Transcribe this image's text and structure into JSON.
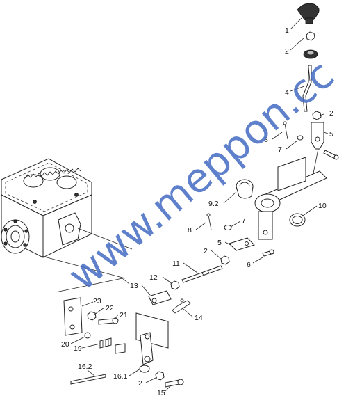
{
  "labels": {
    "l1": "1",
    "l2a": "2",
    "l4": "4",
    "l2b": "2",
    "l5a": "5",
    "l8a": "8",
    "l7a": "7",
    "l10": "10",
    "l9_2": "9.2",
    "l8b": "8",
    "l7b": "7",
    "l2c": "2",
    "l5b": "5",
    "l6": "6",
    "l11": "11",
    "l12": "12",
    "l13": "13",
    "l14": "14",
    "l23": "23",
    "l22": "22",
    "l21": "21",
    "l20": "20",
    "l19": "19",
    "l16_2": "16.2",
    "l16_1": "16.1",
    "l2d": "2",
    "l15": "15"
  },
  "watermark": "www.meppon.cc"
}
